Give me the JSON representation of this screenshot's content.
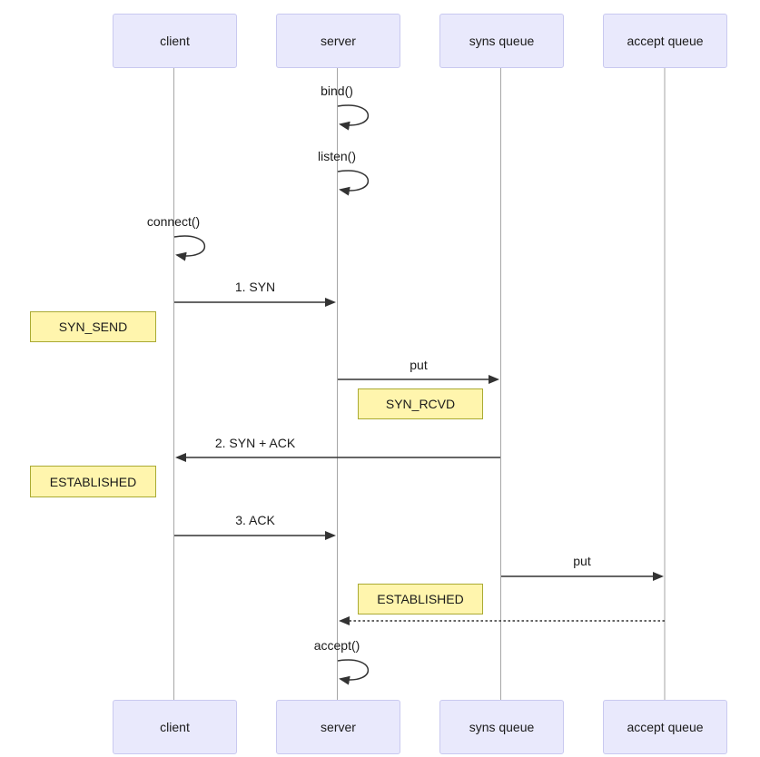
{
  "diagram": {
    "type": "sequence",
    "participants": [
      {
        "id": "client",
        "label": "client"
      },
      {
        "id": "server",
        "label": "server"
      },
      {
        "id": "syns_queue",
        "label": "syns queue"
      },
      {
        "id": "accept_queue",
        "label": "accept queue"
      }
    ],
    "messages": [
      {
        "label": "bind()",
        "from": "server",
        "to": "server",
        "kind": "self"
      },
      {
        "label": "listen()",
        "from": "server",
        "to": "server",
        "kind": "self"
      },
      {
        "label": "connect()",
        "from": "client",
        "to": "client",
        "kind": "self"
      },
      {
        "label": "1. SYN",
        "from": "client",
        "to": "server",
        "kind": "solid"
      },
      {
        "label": "put",
        "from": "server",
        "to": "syns_queue",
        "kind": "solid"
      },
      {
        "label": "2. SYN + ACK",
        "from": "server",
        "to": "client",
        "kind": "solid"
      },
      {
        "label": "3. ACK",
        "from": "client",
        "to": "server",
        "kind": "solid"
      },
      {
        "label": "put",
        "from": "syns_queue",
        "to": "accept_queue",
        "kind": "solid"
      },
      {
        "label": "",
        "from": "accept_queue",
        "to": "server",
        "kind": "dashed"
      },
      {
        "label": "accept()",
        "from": "server",
        "to": "server",
        "kind": "self"
      }
    ],
    "notes": [
      {
        "label": "SYN_SEND",
        "position": "left of client"
      },
      {
        "label": "SYN_RCVD",
        "position": "right of server"
      },
      {
        "label": "ESTABLISHED",
        "position": "left of client"
      },
      {
        "label": "ESTABLISHED",
        "position": "right of server"
      }
    ],
    "colors": {
      "actor_fill": "#e9e9fc",
      "actor_border": "#c9c9f0",
      "note_fill": "#fff5ad",
      "note_border": "#aaaa33",
      "arrow": "#333333",
      "lifeline": "#a6a6a6",
      "text": "#1a1a1a",
      "background": "#ffffff"
    }
  }
}
